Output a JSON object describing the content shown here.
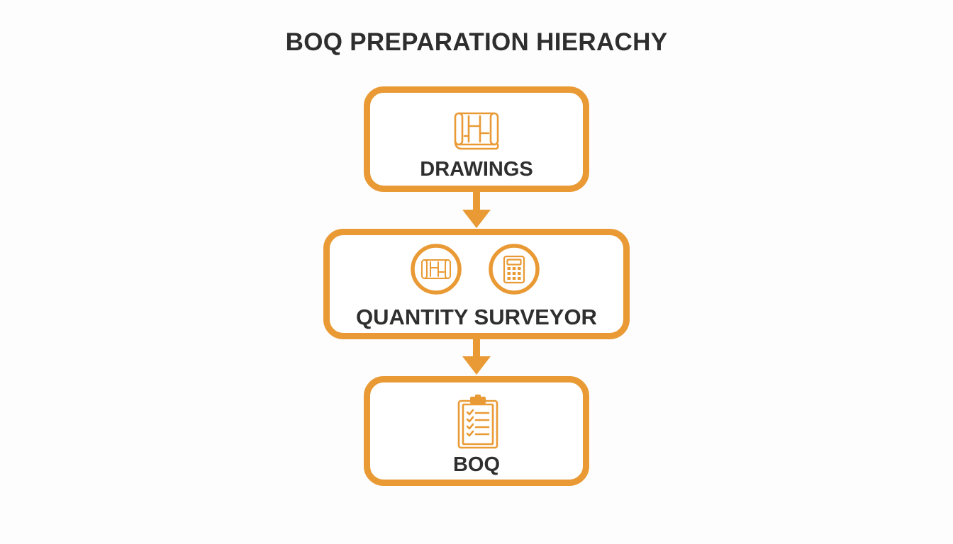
{
  "title": "BOQ PREPARATION HIERACHY",
  "colors": {
    "accent": "#e99a35",
    "text": "#2f2f2f",
    "background": "#fdfdfd"
  },
  "nodes": [
    {
      "label": "DRAWINGS",
      "icons": [
        "blueprint-icon"
      ]
    },
    {
      "label": "QUANTITY SURVEYOR",
      "icons": [
        "blueprint-circle-icon",
        "calculator-circle-icon"
      ]
    },
    {
      "label": "BOQ",
      "icons": [
        "clipboard-checklist-icon"
      ]
    }
  ],
  "edges": [
    {
      "from": "DRAWINGS",
      "to": "QUANTITY SURVEYOR"
    },
    {
      "from": "QUANTITY SURVEYOR",
      "to": "BOQ"
    }
  ]
}
